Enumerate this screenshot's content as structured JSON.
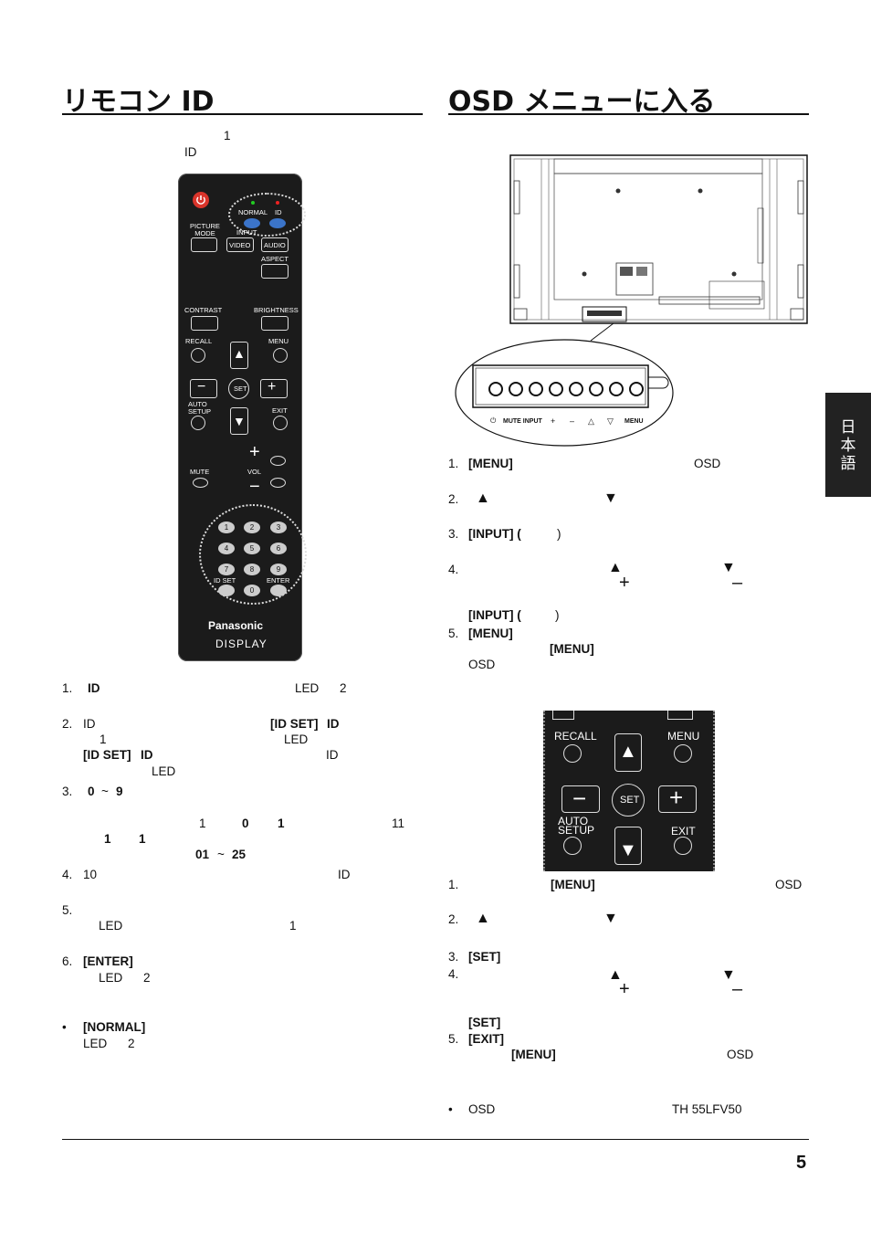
{
  "left_section": {
    "title": "リモコン ID",
    "intro": [
      "1",
      "ID"
    ],
    "steps": [
      {
        "num": "1.",
        "lines": [
          "ID",
          "LED",
          "2"
        ]
      },
      {
        "num": "2.",
        "lines": [
          "ID",
          "[ID SET]",
          "ID",
          "1",
          "LED",
          "[ID SET]",
          "ID",
          "ID",
          "LED"
        ]
      },
      {
        "num": "3.",
        "lines": [
          "0",
          "~",
          "9",
          "1",
          "0",
          "1",
          "11",
          "1",
          "1",
          "01",
          "~",
          "25"
        ]
      },
      {
        "num": "4.",
        "lines": [
          "10",
          "ID"
        ]
      },
      {
        "num": "5.",
        "lines": [
          "LED",
          "1"
        ]
      },
      {
        "num": "6.",
        "lines": [
          "[ENTER]",
          "LED",
          "2"
        ]
      }
    ],
    "bullet": {
      "marker": "•",
      "label": "[NORMAL]",
      "line2a": "LED",
      "line2b": "2"
    }
  },
  "remote": {
    "labels": {
      "normal": "NORMAL",
      "id": "ID",
      "picture_mode": "PICTURE\nMODE",
      "input": "INPUT",
      "video": "VIDEO",
      "audio": "AUDIO",
      "aspect": "ASPECT",
      "contrast": "CONTRAST",
      "brightness": "BRIGHTNESS",
      "recall": "RECALL",
      "menu": "MENU",
      "set": "SET",
      "auto_setup": "AUTO\nSETUP",
      "exit": "EXIT",
      "mute": "MUTE",
      "vol": "VOL",
      "id_set": "ID SET",
      "enter": "ENTER",
      "brand": "Panasonic",
      "display": "DISPLAY"
    },
    "numbers": [
      "1",
      "2",
      "3",
      "4",
      "5",
      "6",
      "7",
      "8",
      "9",
      "0"
    ]
  },
  "right_section": {
    "title": "OSD メニューに入る",
    "keypad_labels": [
      "MUTE INPUT",
      "+",
      "–",
      "△",
      "▽",
      "MENU"
    ],
    "steps_a": [
      {
        "num": "1.",
        "text": "[MENU]",
        "extra": "OSD"
      },
      {
        "num": "2.",
        "up": "▲",
        "down": "▼"
      },
      {
        "num": "3.",
        "text": "[INPUT] (",
        "close": ")"
      },
      {
        "num": "4.",
        "up": "▲",
        "plus": "+",
        "down": "▼",
        "minus": "–"
      },
      {
        "num": "",
        "text": "[INPUT] (",
        "close": ")"
      },
      {
        "num": "5.",
        "text": "[MENU]",
        "sub": "[MENU]",
        "extra": "OSD"
      }
    ],
    "panel_labels": {
      "recall": "RECALL",
      "menu": "MENU",
      "set": "SET",
      "auto_setup": "AUTO\nSETUP",
      "exit": "EXIT"
    },
    "steps_b": [
      {
        "num": "1.",
        "text": "[MENU]",
        "extra": "OSD"
      },
      {
        "num": "2.",
        "up": "▲",
        "down": "▼"
      },
      {
        "num": "3.",
        "text": "[SET]"
      },
      {
        "num": "4.",
        "up": "▲",
        "plus": "+",
        "down": "▼",
        "minus": "–"
      },
      {
        "num": "",
        "text": "[SET]"
      },
      {
        "num": "5.",
        "text": "[EXIT]",
        "sub": "[MENU]",
        "extra": "OSD"
      }
    ],
    "bullet": {
      "marker": "•",
      "a": "OSD",
      "b": "TH 55LFV50"
    }
  },
  "side_tab": "日\n本\n語",
  "page_number": "5"
}
